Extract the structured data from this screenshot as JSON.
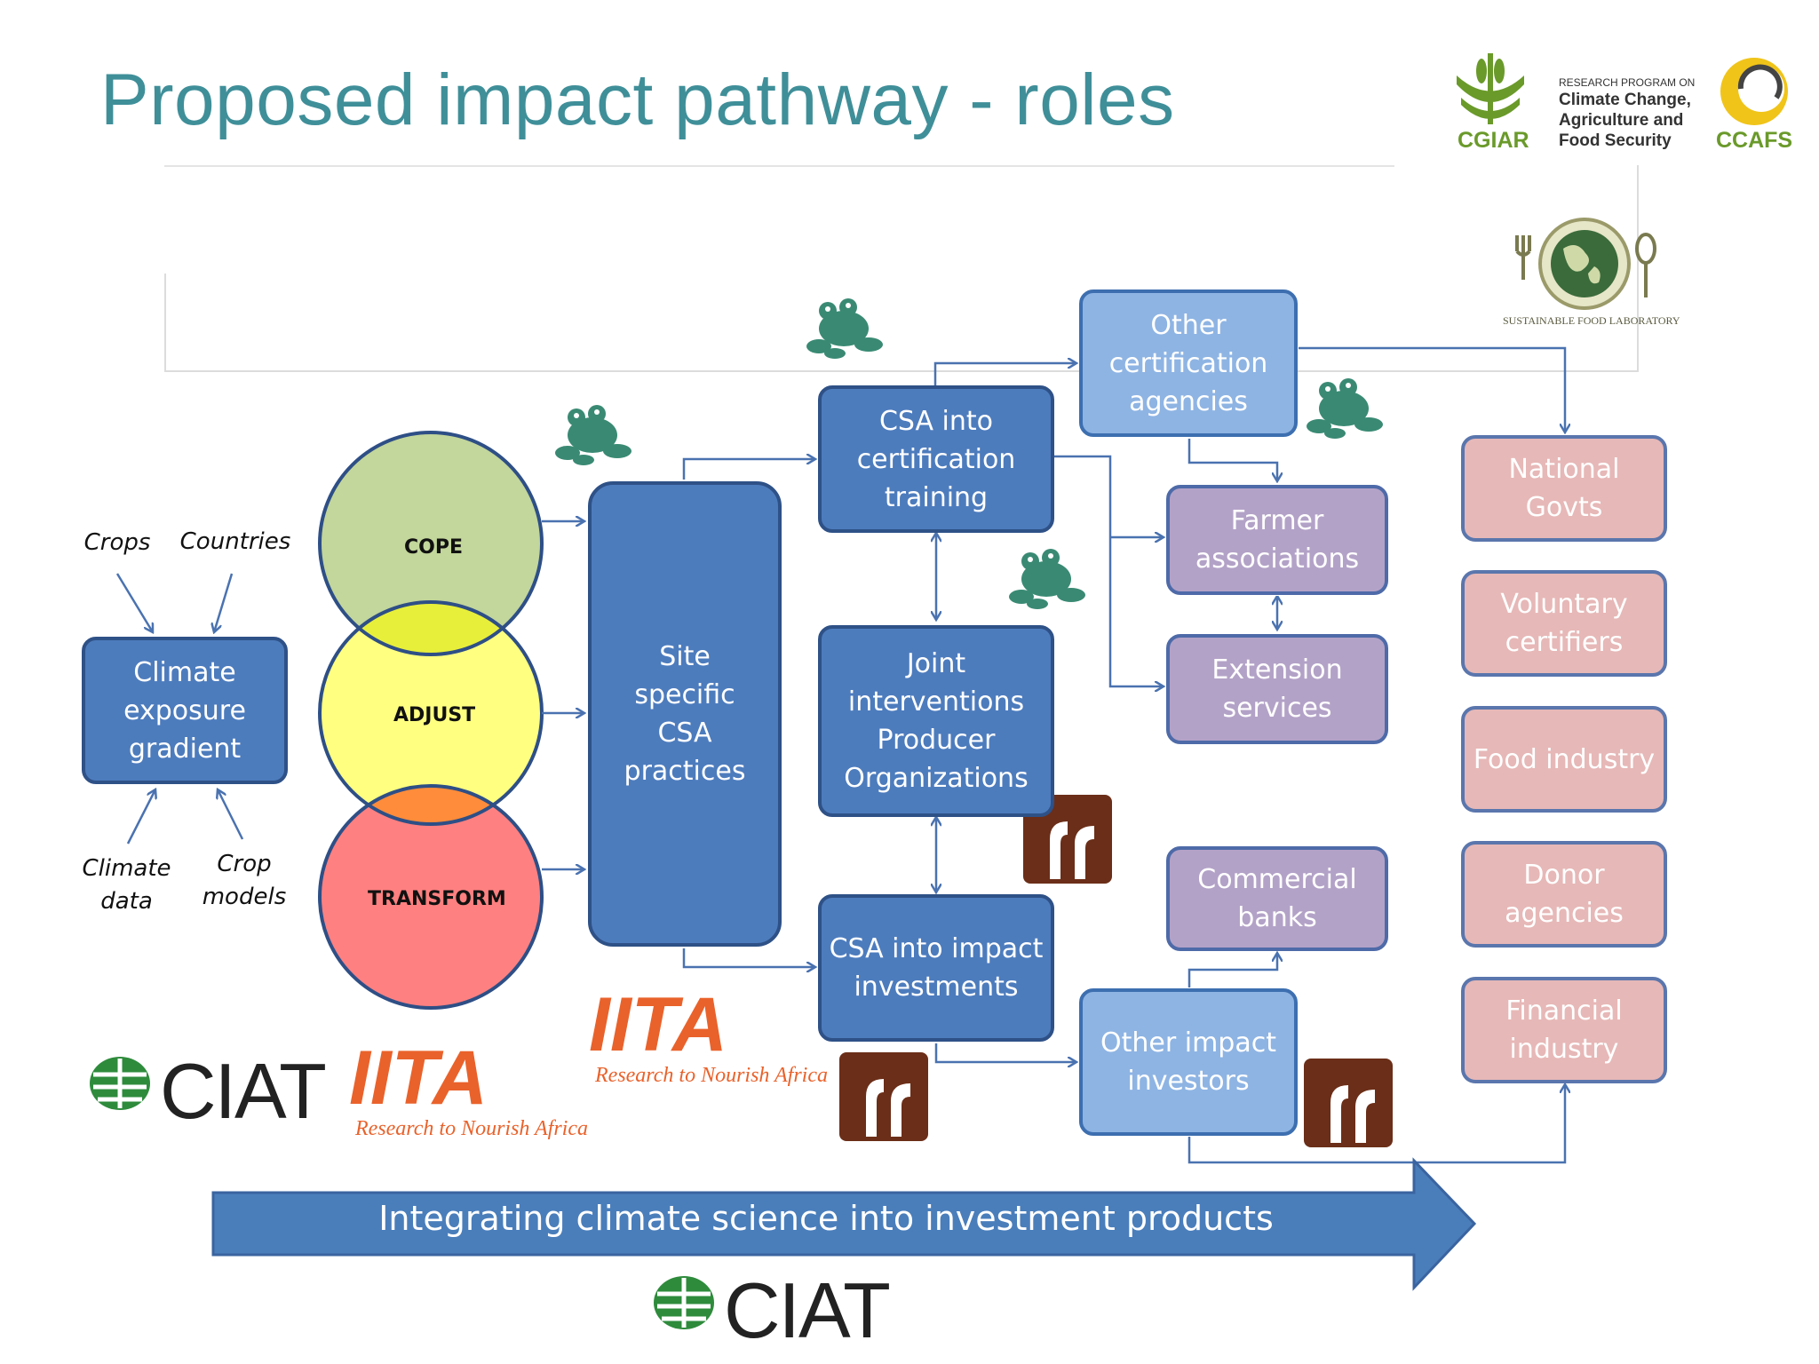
{
  "title": "Proposed impact pathway - roles",
  "inputs": {
    "crops": "Crops",
    "countries": "Countries",
    "climate_data": "Climate data",
    "crop_models": "Crop models"
  },
  "boxes": {
    "climate_exposure": "Climate exposure gradient",
    "site_specific": "Site specific CSA practices",
    "csa_cert_training": "CSA into certification training",
    "joint_interventions": "Joint interventions Producer Organizations",
    "csa_impact_investments": "CSA into impact investments",
    "other_cert_agencies": "Other certification agencies",
    "farmer_associations": "Farmer associations",
    "extension_services": "Extension services",
    "commercial_banks": "Commercial banks",
    "other_impact_investors": "Other impact investors"
  },
  "circles": {
    "cope": "COPE",
    "adjust": "ADJUST",
    "transform": "TRANSFORM"
  },
  "stakeholders": [
    "National Govts",
    "Voluntary certifiers",
    "Food industry",
    "Donor agencies",
    "Financial industry"
  ],
  "banner": "Integrating climate science into investment products",
  "logos": {
    "cgiar": "CGIAR",
    "ccafs_small": "RESEARCH PROGRAM ON",
    "ccafs_line1": "Climate Change,",
    "ccafs_line2": "Agriculture and",
    "ccafs_line3": "Food Security",
    "ccafs": "CCAFS",
    "sfl": "SUSTAINABLE FOOD LABORATORY",
    "ciat": "CIAT",
    "iita": "IITA",
    "iita_tagline": "Research to Nourish Africa"
  },
  "colors": {
    "title": "#3f8f99",
    "box_blue": "#4d7cbd",
    "box_light_blue": "#8eb4e3",
    "box_purple": "#b3a2c7",
    "box_pink": "#e6b8b7",
    "cope": "#c3d69b",
    "adjust": "#ffff80",
    "transform": "#ff8080",
    "banner": "#4a7ebb",
    "frog": "#3a8a73",
    "root_icon": "#6b2e18",
    "iita_orange": "#e9622b",
    "ciat_green": "#2e8b3c"
  }
}
